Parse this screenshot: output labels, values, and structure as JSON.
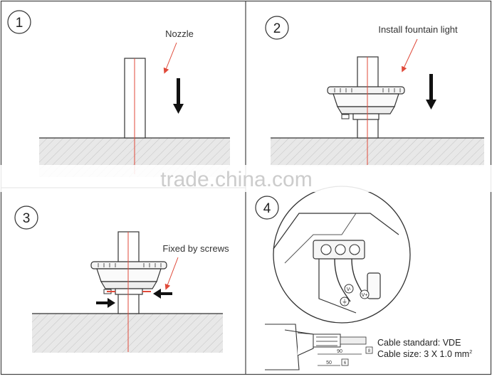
{
  "steps": [
    {
      "number": "1",
      "label": "Nozzle"
    },
    {
      "number": "2",
      "label": "Install fountain light"
    },
    {
      "number": "3",
      "label": "Fixed by screws"
    },
    {
      "number": "4",
      "label": ""
    }
  ],
  "cable": {
    "standard": "Cable standard: VDE",
    "size": "Cable size: 3 X 1.0 mm",
    "size_superscript": "2",
    "dimensions": {
      "d1": "90",
      "d2": "50",
      "d3": "8",
      "d4": "6"
    },
    "wire_labels": {
      "v_minus": "V-",
      "v_plus": "V+",
      "ground": "⏚"
    }
  },
  "watermark": "trade.china.com",
  "colors": {
    "line": "#333333",
    "accent": "#e04a3a",
    "ground_fill": "#e6e6e6",
    "hatch": "#b8b8b8"
  }
}
